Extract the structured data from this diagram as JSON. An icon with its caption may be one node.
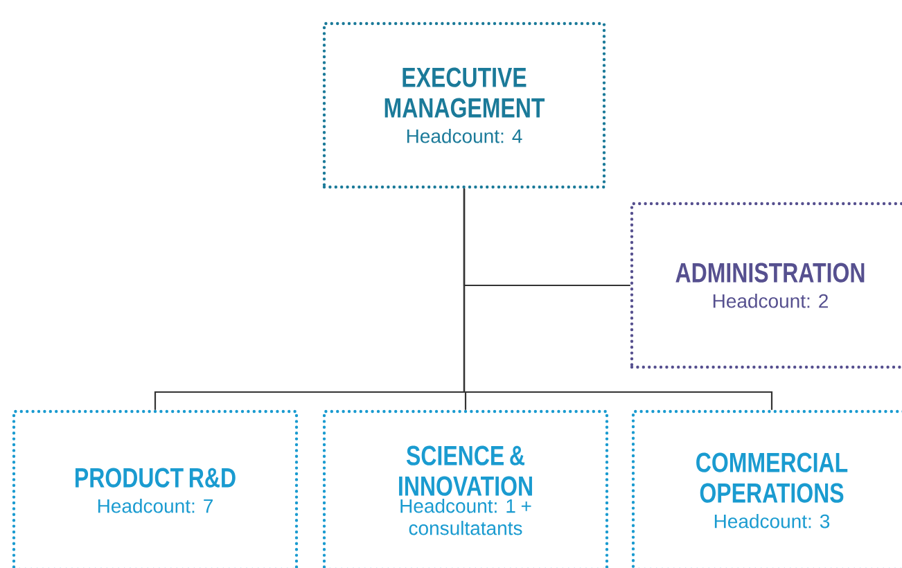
{
  "diagram": {
    "nodes": [
      {
        "text": [
          "EXECUTIVE MANAGEMENT",
          "Headcount: 4"
        ]
      },
      {
        "text": [
          "ADMINISTRATION",
          "Headcount: 2"
        ]
      },
      {
        "text": [
          "PRODUCT R&D",
          "Headcount: 7"
        ]
      },
      {
        "text": [
          "SCIENCE & INNOVATION",
          "Headcount: 1 + consultatants"
        ]
      },
      {
        "text": [
          "COMMERCIAL OPERATIONS",
          "Headcount: 3"
        ]
      }
    ],
    "edges": [
      {
        "from": 0,
        "to": 1,
        "arrow": "none"
      },
      {
        "from": 0,
        "to": 2,
        "arrow": "none"
      },
      {
        "from": 0,
        "to": 3,
        "arrow": "none"
      },
      {
        "from": 0,
        "to": 4,
        "arrow": "none"
      }
    ]
  }
}
